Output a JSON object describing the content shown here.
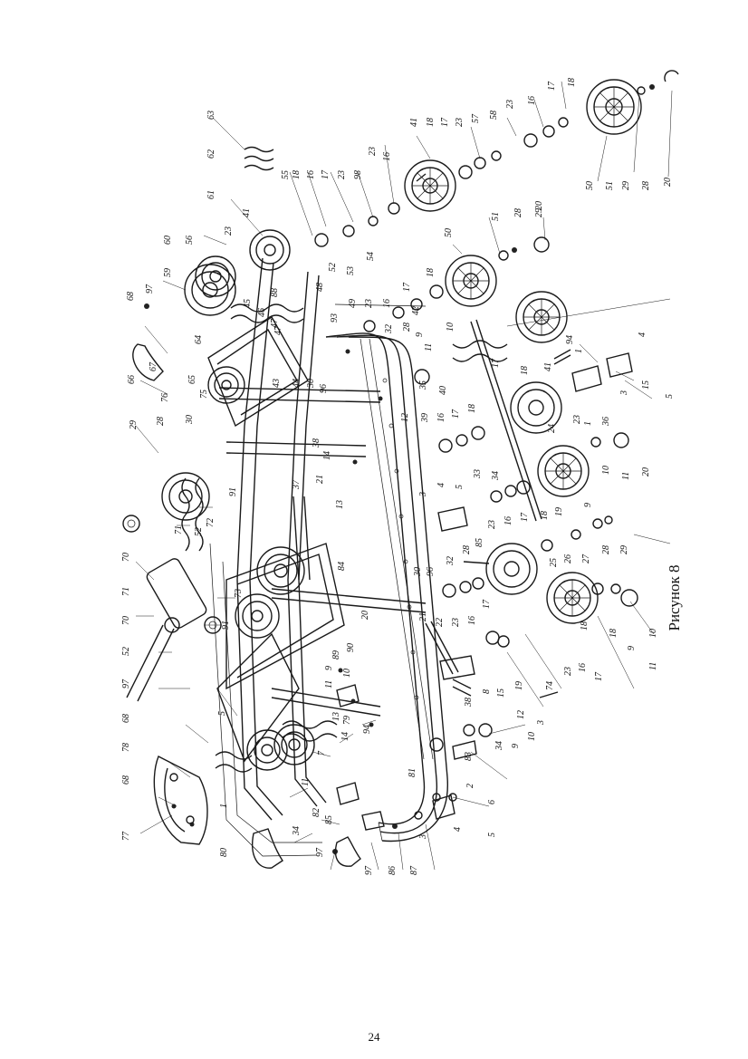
{
  "figure": {
    "caption": "Рисунок 8",
    "page_number": "24"
  },
  "callouts": [
    {
      "id": "c1",
      "text": "77"
    },
    {
      "id": "c2",
      "text": "68"
    },
    {
      "id": "c3",
      "text": "78"
    },
    {
      "id": "c4",
      "text": "68"
    },
    {
      "id": "c5",
      "text": "97"
    },
    {
      "id": "c6",
      "text": "52"
    },
    {
      "id": "c7",
      "text": "70"
    },
    {
      "id": "c8",
      "text": "71"
    },
    {
      "id": "c9",
      "text": "70"
    },
    {
      "id": "c10",
      "text": "71"
    },
    {
      "id": "c11",
      "text": "72"
    },
    {
      "id": "c12",
      "text": "91"
    },
    {
      "id": "c13",
      "text": "73"
    },
    {
      "id": "c14",
      "text": "52"
    },
    {
      "id": "c15",
      "text": "91"
    },
    {
      "id": "c16",
      "text": "29"
    },
    {
      "id": "c17",
      "text": "28"
    },
    {
      "id": "c18",
      "text": "76"
    },
    {
      "id": "c19",
      "text": "30"
    },
    {
      "id": "c20",
      "text": "75"
    },
    {
      "id": "c21",
      "text": "66"
    },
    {
      "id": "c22",
      "text": "67"
    },
    {
      "id": "c23",
      "text": "68"
    },
    {
      "id": "c24",
      "text": "97"
    },
    {
      "id": "c25",
      "text": "65"
    },
    {
      "id": "c26",
      "text": "64"
    },
    {
      "id": "c27",
      "text": "59"
    },
    {
      "id": "c28",
      "text": "60"
    },
    {
      "id": "c29",
      "text": "56"
    },
    {
      "id": "c30",
      "text": "61"
    },
    {
      "id": "c31",
      "text": "62"
    },
    {
      "id": "c32",
      "text": "63"
    },
    {
      "id": "c33",
      "text": "23"
    },
    {
      "id": "c34",
      "text": "41"
    },
    {
      "id": "c35",
      "text": "45"
    },
    {
      "id": "c36",
      "text": "46"
    },
    {
      "id": "c37",
      "text": "47"
    },
    {
      "id": "c38",
      "text": "55"
    },
    {
      "id": "c39",
      "text": "18"
    },
    {
      "id": "c40",
      "text": "16"
    },
    {
      "id": "c41",
      "text": "17"
    },
    {
      "id": "c42",
      "text": "23"
    },
    {
      "id": "c43",
      "text": "98"
    },
    {
      "id": "c44",
      "text": "23"
    },
    {
      "id": "c45",
      "text": "16"
    },
    {
      "id": "c46",
      "text": "41"
    },
    {
      "id": "c47",
      "text": "18"
    },
    {
      "id": "c48",
      "text": "17"
    },
    {
      "id": "c49",
      "text": "23"
    },
    {
      "id": "c50",
      "text": "57"
    },
    {
      "id": "c51",
      "text": "58"
    },
    {
      "id": "c52",
      "text": "23"
    },
    {
      "id": "c53",
      "text": "16"
    },
    {
      "id": "c54",
      "text": "17"
    },
    {
      "id": "c55",
      "text": "18"
    },
    {
      "id": "c56",
      "text": "50"
    },
    {
      "id": "c57",
      "text": "51"
    },
    {
      "id": "c58",
      "text": "29"
    },
    {
      "id": "c59",
      "text": "28"
    },
    {
      "id": "c60",
      "text": "20"
    },
    {
      "id": "c61",
      "text": "52"
    },
    {
      "id": "c62",
      "text": "48"
    },
    {
      "id": "c63",
      "text": "53"
    },
    {
      "id": "c64",
      "text": "54"
    },
    {
      "id": "c65",
      "text": "93"
    },
    {
      "id": "c66",
      "text": "49"
    },
    {
      "id": "c67",
      "text": "23"
    },
    {
      "id": "c68",
      "text": "16"
    },
    {
      "id": "c69",
      "text": "17"
    },
    {
      "id": "c70",
      "text": "18"
    },
    {
      "id": "c71",
      "text": "50"
    },
    {
      "id": "c72",
      "text": "51"
    },
    {
      "id": "c73",
      "text": "28"
    },
    {
      "id": "c74",
      "text": "29"
    },
    {
      "id": "c75",
      "text": "20"
    },
    {
      "id": "c76",
      "text": "32"
    },
    {
      "id": "c77",
      "text": "28"
    },
    {
      "id": "c78",
      "text": "42"
    },
    {
      "id": "c79",
      "text": "9"
    },
    {
      "id": "c80",
      "text": "11"
    },
    {
      "id": "c81",
      "text": "10"
    },
    {
      "id": "c82",
      "text": "43"
    },
    {
      "id": "c83",
      "text": "44"
    },
    {
      "id": "c84",
      "text": "30"
    },
    {
      "id": "c85",
      "text": "96"
    },
    {
      "id": "c86",
      "text": "35"
    },
    {
      "id": "c87",
      "text": "40"
    },
    {
      "id": "c88",
      "text": "17"
    },
    {
      "id": "c89",
      "text": "18"
    },
    {
      "id": "c90",
      "text": "41"
    },
    {
      "id": "c91",
      "text": "94"
    },
    {
      "id": "c92",
      "text": "4"
    },
    {
      "id": "c93",
      "text": "1"
    },
    {
      "id": "c94",
      "text": "36"
    },
    {
      "id": "c95",
      "text": "3"
    },
    {
      "id": "c96",
      "text": "15"
    },
    {
      "id": "c97",
      "text": "5"
    },
    {
      "id": "c98",
      "text": "12"
    },
    {
      "id": "c99",
      "text": "39"
    },
    {
      "id": "c100",
      "text": "16"
    },
    {
      "id": "c101",
      "text": "17"
    },
    {
      "id": "c102",
      "text": "18"
    },
    {
      "id": "c103",
      "text": "24"
    },
    {
      "id": "c104",
      "text": "23"
    },
    {
      "id": "c105",
      "text": "1"
    },
    {
      "id": "c106",
      "text": "10"
    },
    {
      "id": "c107",
      "text": "11"
    },
    {
      "id": "c108",
      "text": "20"
    },
    {
      "id": "c109",
      "text": "9"
    },
    {
      "id": "c110",
      "text": "38"
    },
    {
      "id": "c111",
      "text": "14"
    },
    {
      "id": "c112",
      "text": "21"
    },
    {
      "id": "c113",
      "text": "37"
    },
    {
      "id": "c114",
      "text": "13"
    },
    {
      "id": "c115",
      "text": "3"
    },
    {
      "id": "c116",
      "text": "4"
    },
    {
      "id": "c117",
      "text": "5"
    },
    {
      "id": "c118",
      "text": "33"
    },
    {
      "id": "c119",
      "text": "34"
    },
    {
      "id": "c120",
      "text": "19"
    },
    {
      "id": "c121",
      "text": "18"
    },
    {
      "id": "c122",
      "text": "17"
    },
    {
      "id": "c123",
      "text": "16"
    },
    {
      "id": "c124",
      "text": "23"
    },
    {
      "id": "c125",
      "text": "85"
    },
    {
      "id": "c126",
      "text": "28"
    },
    {
      "id": "c127",
      "text": "25"
    },
    {
      "id": "c128",
      "text": "26"
    },
    {
      "id": "c129",
      "text": "27"
    },
    {
      "id": "c130",
      "text": "28"
    },
    {
      "id": "c131",
      "text": "29"
    },
    {
      "id": "c132",
      "text": "84"
    },
    {
      "id": "c133",
      "text": "30"
    },
    {
      "id": "c134",
      "text": "96"
    },
    {
      "id": "c135",
      "text": "32"
    },
    {
      "id": "c136",
      "text": "21"
    },
    {
      "id": "c137",
      "text": "22"
    },
    {
      "id": "c138",
      "text": "23"
    },
    {
      "id": "c139",
      "text": "16"
    },
    {
      "id": "c140",
      "text": "17"
    },
    {
      "id": "c141",
      "text": "18"
    },
    {
      "id": "c142",
      "text": "9"
    },
    {
      "id": "c143",
      "text": "10"
    },
    {
      "id": "c144",
      "text": "11"
    },
    {
      "id": "c145",
      "text": "20"
    },
    {
      "id": "c146",
      "text": "90"
    },
    {
      "id": "c147",
      "text": "89"
    },
    {
      "id": "c148",
      "text": "9"
    },
    {
      "id": "c149",
      "text": "10"
    },
    {
      "id": "c150",
      "text": "11"
    },
    {
      "id": "c151",
      "text": "38"
    },
    {
      "id": "c152",
      "text": "8"
    },
    {
      "id": "c153",
      "text": "74"
    },
    {
      "id": "c154",
      "text": "23"
    },
    {
      "id": "c155",
      "text": "16"
    },
    {
      "id": "c156",
      "text": "17"
    },
    {
      "id": "c157",
      "text": "18"
    },
    {
      "id": "c158",
      "text": "19"
    },
    {
      "id": "c159",
      "text": "15"
    },
    {
      "id": "c160",
      "text": "3"
    },
    {
      "id": "c161",
      "text": "12"
    },
    {
      "id": "c162",
      "text": "5"
    },
    {
      "id": "c163",
      "text": "79"
    },
    {
      "id": "c164",
      "text": "94"
    },
    {
      "id": "c165",
      "text": "14"
    },
    {
      "id": "c166",
      "text": "13"
    },
    {
      "id": "c167",
      "text": "7"
    },
    {
      "id": "c168",
      "text": "83"
    },
    {
      "id": "c169",
      "text": "34"
    },
    {
      "id": "c170",
      "text": "9"
    },
    {
      "id": "c171",
      "text": "10"
    },
    {
      "id": "c172",
      "text": "11"
    },
    {
      "id": "c173",
      "text": "81"
    },
    {
      "id": "c174",
      "text": "2"
    },
    {
      "id": "c175",
      "text": "6"
    },
    {
      "id": "c176",
      "text": "5"
    },
    {
      "id": "c177",
      "text": "4"
    },
    {
      "id": "c178",
      "text": "3"
    },
    {
      "id": "c179",
      "text": "1"
    },
    {
      "id": "c180",
      "text": "80"
    },
    {
      "id": "c181",
      "text": "34"
    },
    {
      "id": "c182",
      "text": "82"
    },
    {
      "id": "c183",
      "text": "97"
    },
    {
      "id": "c184",
      "text": "85"
    },
    {
      "id": "c185",
      "text": "97"
    },
    {
      "id": "c186",
      "text": "86"
    },
    {
      "id": "c187",
      "text": "87"
    },
    {
      "id": "c188",
      "text": "88"
    },
    {
      "id": "c189",
      "text": "47"
    }
  ]
}
